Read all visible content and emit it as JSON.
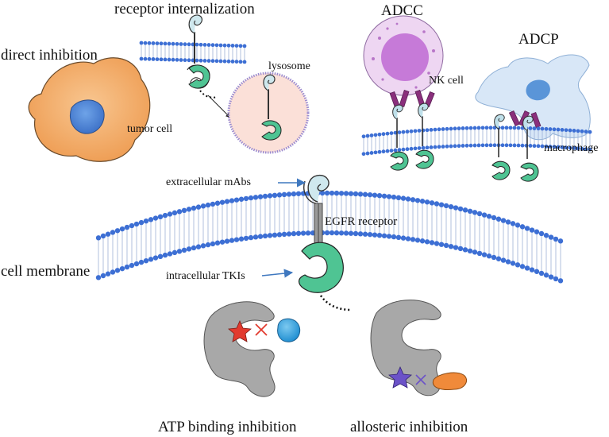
{
  "labels": {
    "receptor_internalization": "receptor internalization",
    "direct_inhibition": "direct inhibition",
    "tumor_cell": "tumor cell",
    "lysosome": "lysosome",
    "adcc": "ADCC",
    "nk_cell": "NK cell",
    "adcp": "ADCP",
    "macrophage": "macrophage",
    "extracellular_mabs": "extracellular  mAbs",
    "egfr_receptor": "EGFR receptor",
    "cell_membrane": "cell membrane",
    "intracellular_tkis": "intracellular  TKIs",
    "atp_binding_inhibition": "ATP binding inhibition",
    "allosteric_inhibition": "allosteric inhibition"
  },
  "colors": {
    "membrane_blue": "#3d6fd4",
    "membrane_tail": "#9db0d6",
    "receptor_green": "#4fc493",
    "antibody_light_blue": "#bfe0ea",
    "antibody_purple": "#8a2f7c",
    "tumor_orange": "#f2a764",
    "tumor_nucleus": "#4a82d4",
    "nk_cell_pink": "#eed6f2",
    "nk_nucleus": "#c67ad8",
    "macrophage_blue": "#d8e7f7",
    "lysosome_pink": "#fbe0d8",
    "kinase_gray": "#a8a8a8",
    "atp_star_red": "#e23a2e",
    "allosteric_star_purple": "#6b52c8",
    "atp_ligand_blue": "#3aa6e0",
    "allosteric_ligand_orange": "#f08a3a",
    "arrow_blue": "#3f78bf"
  }
}
